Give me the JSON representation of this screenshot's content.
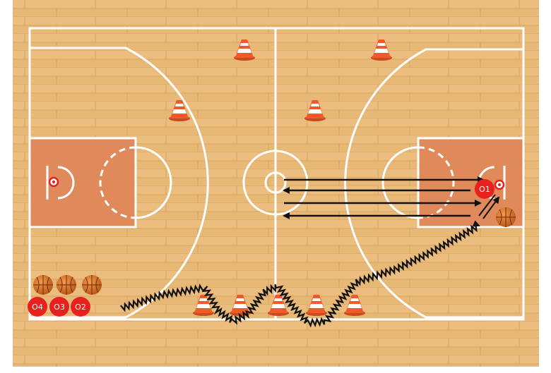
{
  "colors": {
    "floor": "#e8b877",
    "floor_dark": "#d9a45f",
    "key_paint": "#e08a5c",
    "lines": "#ffffff",
    "player": "#e8201e",
    "cone": "#f05a28",
    "ball": "#e07a2a",
    "arrow": "#111111"
  },
  "players": {
    "o1": "O1",
    "o2": "O2",
    "o3": "O3",
    "o4": "O4"
  },
  "icons": [
    "cone-icon",
    "basketball-icon",
    "hoop-icon"
  ]
}
